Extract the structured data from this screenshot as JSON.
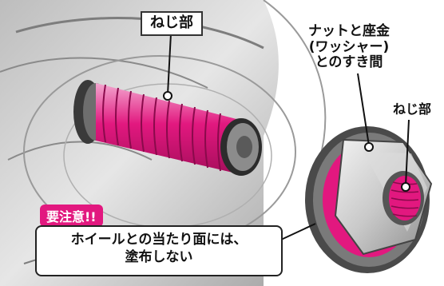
{
  "labels": {
    "bolt_thread": "ねじ部",
    "gap_line1": "ナットと座金",
    "gap_line2": "(ワッシャー)",
    "gap_line3": "とのすき間",
    "nut_thread": "ねじ部"
  },
  "warning": {
    "badge": "要注意!!",
    "line1": "ホイールとの当たり面には、",
    "line2": "塗布しない"
  },
  "colors": {
    "grease_pink": "#e2187f",
    "metal_gray": "#9a9a9a",
    "badge_bg": "#e2187f"
  }
}
